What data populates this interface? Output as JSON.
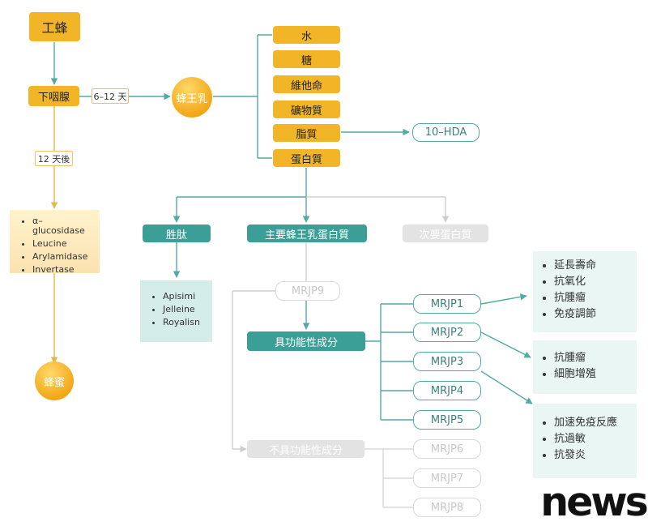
{
  "worker_bee": "工蜂",
  "hypopharyngeal_gland": "下咽腺",
  "label_6_12_days": "6–12 天",
  "label_12_days_after": "12 天後",
  "royal_jelly": "蜂王乳",
  "components": [
    "水",
    "糖",
    "維他命",
    "礦物質",
    "脂質",
    "蛋白質"
  ],
  "hda": "10–HDA",
  "enzymes": [
    "α–glucosidase",
    "Leucine",
    "Arylamidase",
    "Invertase"
  ],
  "honey": "蜂蜜",
  "peptide": "胜肽",
  "main_protein": "主要蜂王乳蛋白質",
  "minor_protein": "次要蛋白質",
  "peptide_list": [
    "Apisimi",
    "Jelleine",
    "Royalisn"
  ],
  "mrjp9": "MRJP9",
  "functional": "具功能性成分",
  "nonfunctional": "不具功能性成分",
  "mrjp_functional": [
    "MRJP1",
    "MRJP2",
    "MRJP3",
    "MRJP4",
    "MRJP5"
  ],
  "mrjp_nonfunctional": [
    "MRJP6",
    "MRJP7",
    "MRJP8"
  ],
  "effects_1": [
    "延長壽命",
    "抗氧化",
    "抗腫瘤",
    "免疫調節"
  ],
  "effects_2": [
    "抗腫瘤",
    "細胞增殖"
  ],
  "effects_3": [
    "加速免疫反應",
    "抗過敏",
    "抗發炎"
  ],
  "watermark": "news",
  "colors": {
    "yellow": "#f1b527",
    "teal": "#3c9f97",
    "teal_line": "#52aaa2",
    "grey": "#e3e3e3",
    "effect_bg": "#eaf6f4"
  }
}
